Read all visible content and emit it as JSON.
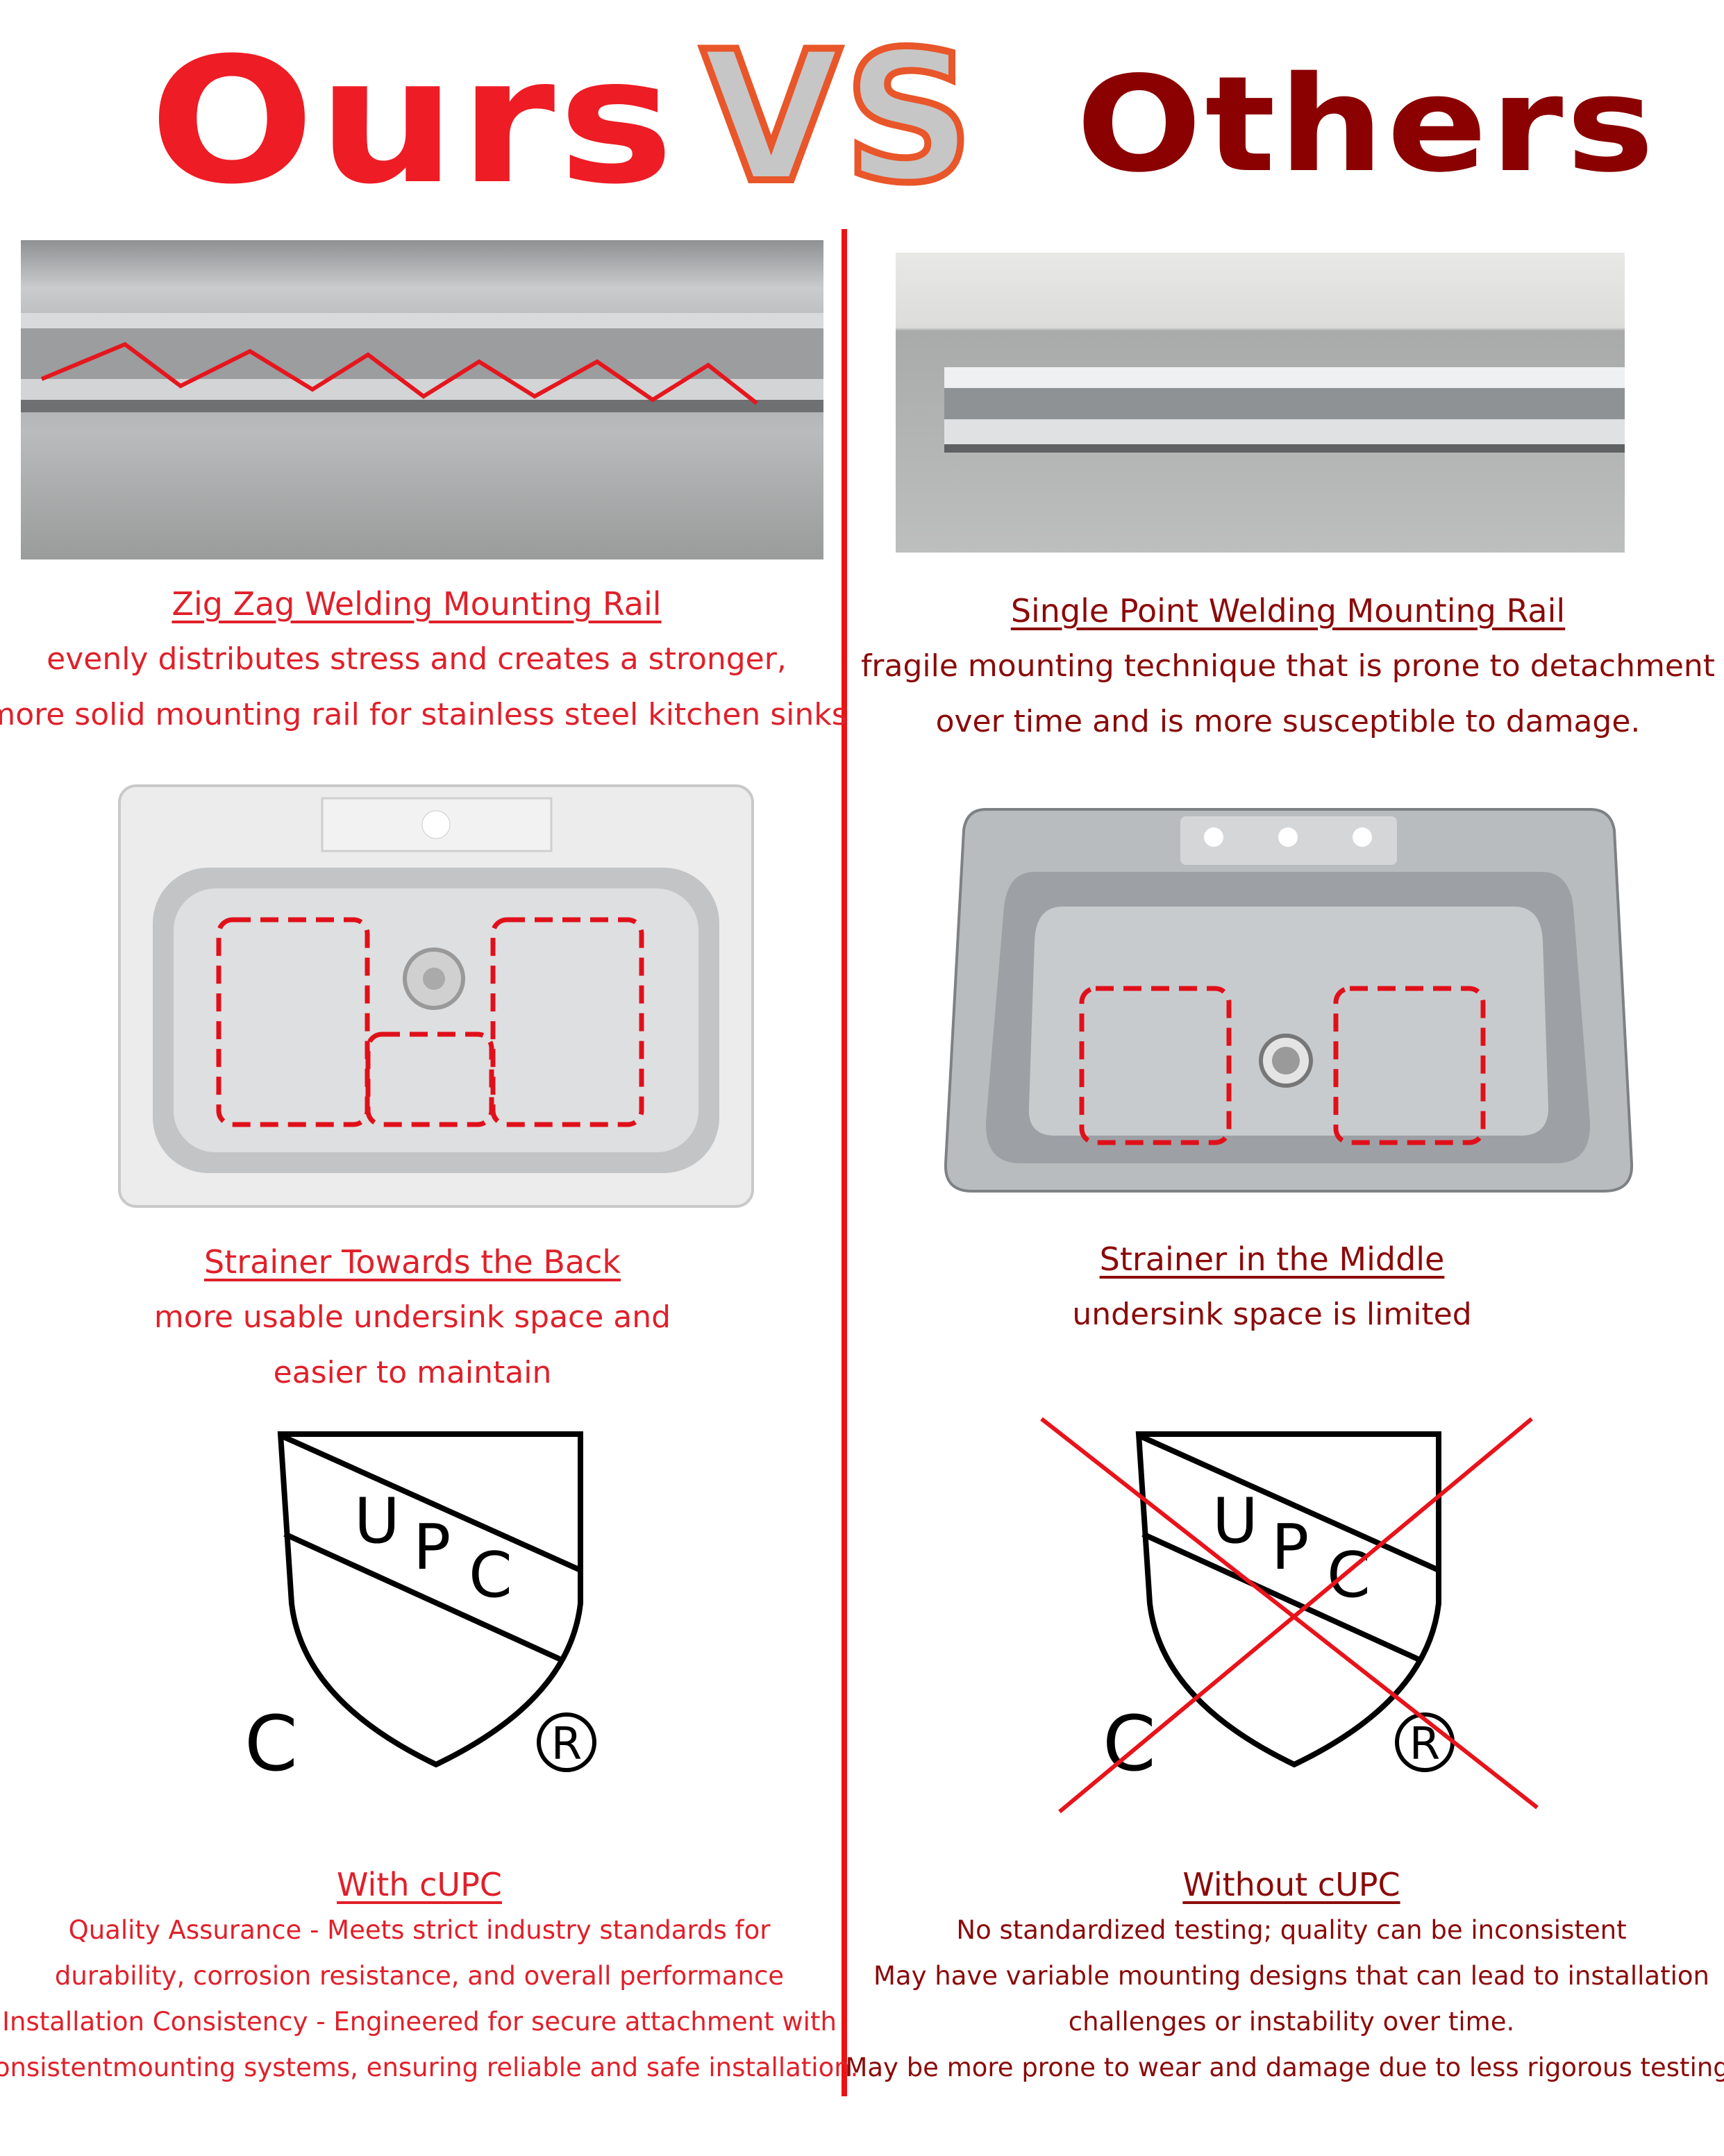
{
  "header": {
    "ours": "Ours",
    "vs": "VS",
    "others": "Others"
  },
  "colors": {
    "ours": "#ee1c24",
    "others": "#8b0000",
    "vs_fill": "#c6c6c6",
    "vs_stroke": "#e8562a",
    "divider": "#ee1111"
  },
  "rail": {
    "ours": {
      "title": "Zig Zag Welding Mounting Rail",
      "lines": [
        "evenly distributes stress and creates a stronger,",
        "more solid mounting rail for stainless steel kitchen sinks"
      ]
    },
    "others": {
      "title": "Single Point Welding Mounting Rail",
      "lines": [
        "fragile mounting technique that is prone to detachment",
        "over time and is more susceptible to damage."
      ]
    }
  },
  "strainer": {
    "ours": {
      "title": "Strainer Towards the Back",
      "lines": [
        "more usable undersink space and",
        "easier to maintain"
      ]
    },
    "others": {
      "title": "Strainer in the Middle",
      "lines": [
        "undersink space is limited"
      ]
    }
  },
  "cert": {
    "logo_text": {
      "u": "U",
      "p": "P",
      "c": "C",
      "prefix_c": "C",
      "registered": "R"
    },
    "ours": {
      "title": "With cUPC",
      "lines": [
        "Quality Assurance - Meets strict industry standards for",
        "durability, corrosion resistance, and overall performance",
        "Installation Consistency - Engineered for secure attachment with",
        "consistentmounting systems, ensuring reliable and safe installation."
      ]
    },
    "others": {
      "title": "Without cUPC",
      "lines": [
        "No standardized testing; quality can be inconsistent",
        "May have variable mounting designs that can lead to installation",
        "challenges or instability over time.",
        "May be more prone to wear and damage due to less rigorous testing."
      ]
    }
  }
}
